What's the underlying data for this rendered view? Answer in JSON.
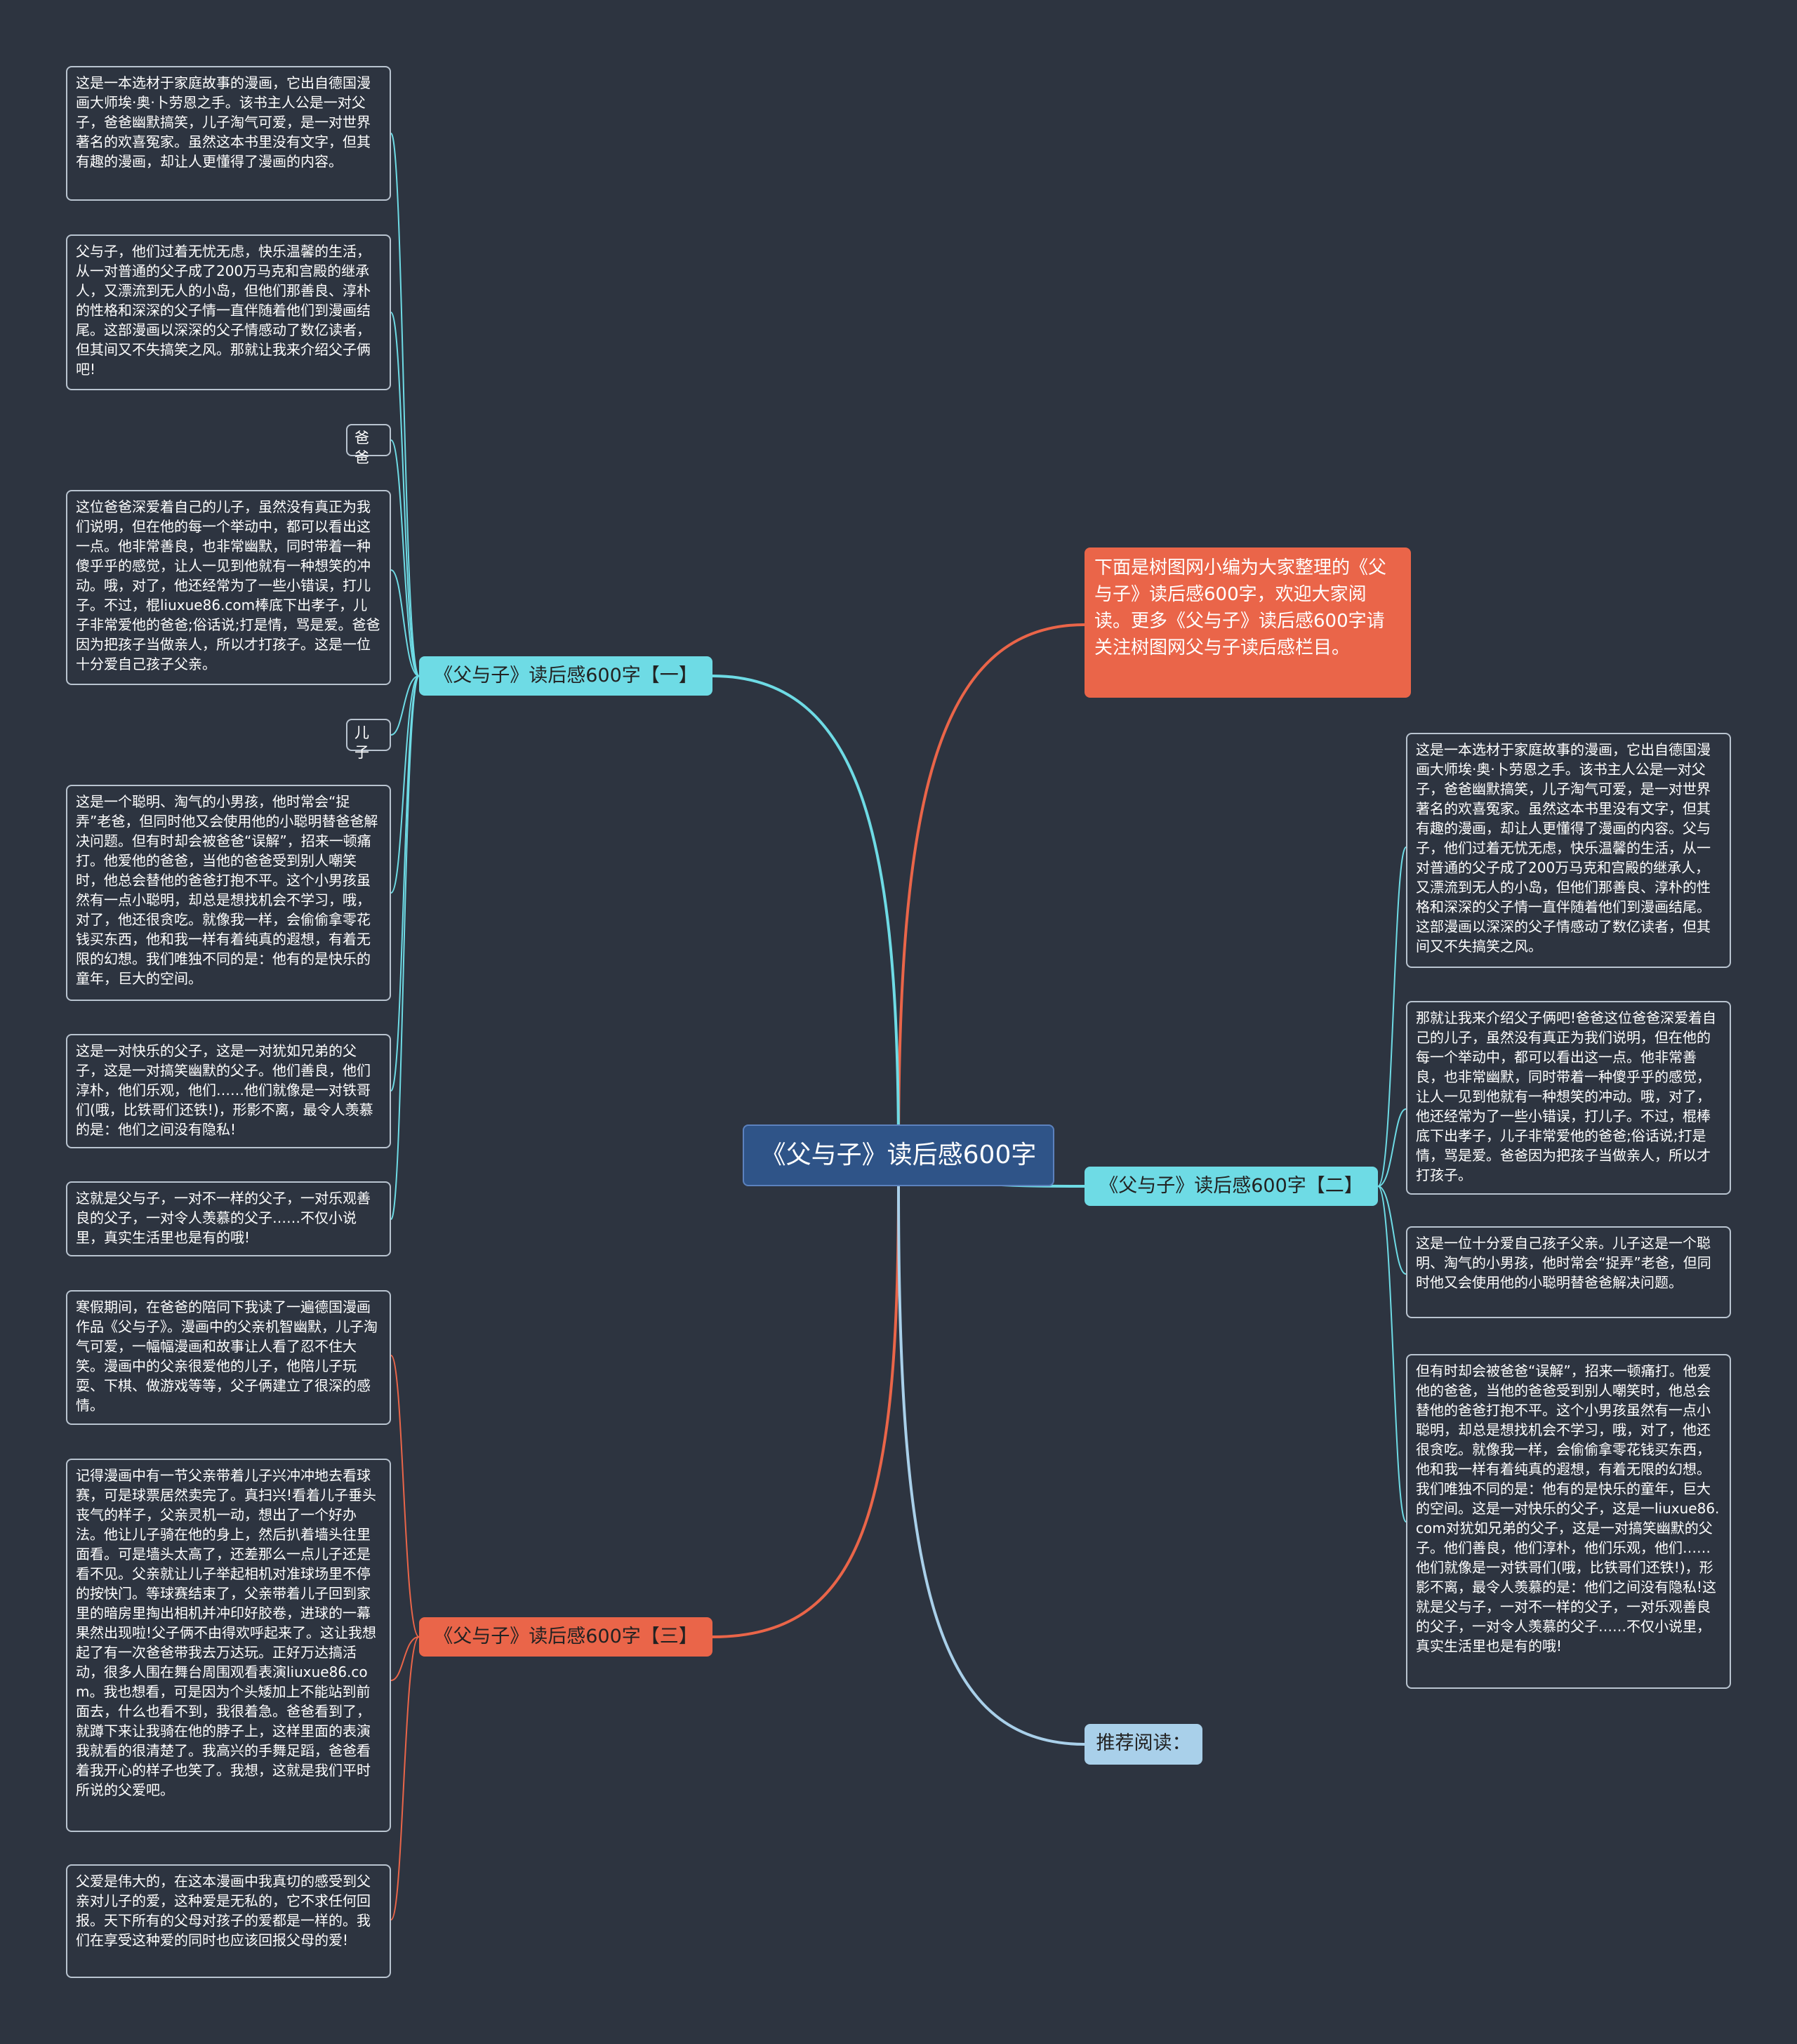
{
  "colors": {
    "background": "#2d3440",
    "root_fill": "#2f5488",
    "cyan_branch": "#6edbe5",
    "red_branch": "#ea6549",
    "blue_branch": "#a9d0ea",
    "leaf_border": "#b9c4d0"
  },
  "root": {
    "label": "《父与子》读后感600字"
  },
  "intro": {
    "text": "下面是树图网小编为大家整理的《父与子》读后感600字，欢迎大家阅读。更多《父与子》读后感600字请关注树图网父与子读后感栏目。"
  },
  "branch1": {
    "label": "《父与子》读后感600字【一】",
    "items": [
      "这是一本选材于家庭故事的漫画，它出自德国漫画大师埃·奥·卜劳恩之手。该书主人公是一对父子，爸爸幽默搞笑，儿子淘气可爱，是一对世界著名的欢喜冤家。虽然这本书里没有文字，但其有趣的漫画，却让人更懂得了漫画的内容。",
      "父与子，他们过着无忧无虑，快乐温馨的生活，从一对普通的父子成了200万马克和宫殿的继承人，又漂流到无人的小岛，但他们那善良、淳朴的性格和深深的父子情一直伴随着他们到漫画结尾。这部漫画以深深的父子情感动了数亿读者，但其间又不失搞笑之风。那就让我来介绍父子俩吧!",
      "爸爸",
      "这位爸爸深爱着自己的儿子，虽然没有真正为我们说明，但在他的每一个举动中，都可以看出这一点。他非常善良，也非常幽默，同时带着一种傻乎乎的感觉，让人一见到他就有一种想笑的冲动。哦，对了，他还经常为了一些小错误，打儿子。不过，棍liuxue86.com棒底下出孝子，儿子非常爱他的爸爸;俗话说;打是情，骂是爱。爸爸因为把孩子当做亲人，所以才打孩子。这是一位十分爱自己孩子父亲。",
      "儿子",
      "这是一个聪明、淘气的小男孩，他时常会“捉弄”老爸，但同时他又会使用他的小聪明替爸爸解决问题。但有时却会被爸爸“误解”，招来一顿痛打。他爱他的爸爸，当他的爸爸受到别人嘲笑时，他总会替他的爸爸打抱不平。这个小男孩虽然有一点小聪明，却总是想找机会不学习，哦，对了，他还很贪吃。就像我一样，会偷偷拿零花钱买东西，他和我一样有着纯真的遐想，有着无限的幻想。我们唯独不同的是：他有的是快乐的童年，巨大的空间。",
      "这是一对快乐的父子，这是一对犹如兄弟的父子，这是一对搞笑幽默的父子。他们善良，他们淳朴，他们乐观，他们……他们就像是一对铁哥们(哦，比铁哥们还铁!)，形影不离，最令人羡慕的是：他们之间没有隐私!",
      "这就是父与子，一对不一样的父子，一对乐观善良的父子，一对令人羡慕的父子……不仅小说里，真实生活里也是有的哦!"
    ]
  },
  "branch2": {
    "label": "《父与子》读后感600字【二】",
    "items": [
      "这是一本选材于家庭故事的漫画，它出自德国漫画大师埃·奥·卜劳恩之手。该书主人公是一对父子，爸爸幽默搞笑，儿子淘气可爱，是一对世界著名的欢喜冤家。虽然这本书里没有文字，但其有趣的漫画，却让人更懂得了漫画的内容。父与子，他们过着无忧无虑，快乐温馨的生活，从一对普通的父子成了200万马克和宫殿的继承人，又漂流到无人的小岛，但他们那善良、淳朴的性格和深深的父子情一直伴随着他们到漫画结尾。这部漫画以深深的父子情感动了数亿读者，但其间又不失搞笑之风。",
      "那就让我来介绍父子俩吧!爸爸这位爸爸深爱着自己的儿子，虽然没有真正为我们说明，但在他的每一个举动中，都可以看出这一点。他非常善良，也非常幽默，同时带着一种傻乎乎的感觉，让人一见到他就有一种想笑的冲动。哦，对了，他还经常为了一些小错误，打儿子。不过，棍棒底下出孝子，儿子非常爱他的爸爸;俗话说;打是情，骂是爱。爸爸因为把孩子当做亲人，所以才打孩子。",
      "这是一位十分爱自己孩子父亲。儿子这是一个聪明、淘气的小男孩，他时常会“捉弄”老爸，但同时他又会使用他的小聪明替爸爸解决问题。",
      "但有时却会被爸爸“误解”，招来一顿痛打。他爱他的爸爸，当他的爸爸受到别人嘲笑时，他总会替他的爸爸打抱不平。这个小男孩虽然有一点小聪明，却总是想找机会不学习，哦，对了，他还很贪吃。就像我一样，会偷偷拿零花钱买东西，他和我一样有着纯真的遐想，有着无限的幻想。我们唯独不同的是：他有的是快乐的童年，巨大的空间。这是一对快乐的父子，这是一liuxue86.com对犹如兄弟的父子，这是一对搞笑幽默的父子。他们善良，他们淳朴，他们乐观，他们……他们就像是一对铁哥们(哦，比铁哥们还铁!)，形影不离，最令人羡慕的是：他们之间没有隐私!这就是父与子，一对不一样的父子，一对乐观善良的父子，一对令人羡慕的父子……不仅小说里，真实生活里也是有的哦!"
    ]
  },
  "branch3": {
    "label": "《父与子》读后感600字【三】",
    "items": [
      "寒假期间，在爸爸的陪同下我读了一遍德国漫画作品《父与子》。漫画中的父亲机智幽默，儿子淘气可爱，一幅幅漫画和故事让人看了忍不住大笑。漫画中的父亲很爱他的儿子，他陪儿子玩耍、下棋、做游戏等等，父子俩建立了很深的感情。",
      "记得漫画中有一节父亲带着儿子兴冲冲地去看球赛，可是球票居然卖完了。真扫兴!看着儿子垂头丧气的样子，父亲灵机一动，想出了一个好办法。他让儿子骑在他的身上，然后扒着墙头往里面看。可是墙头太高了，还差那么一点儿子还是看不见。父亲就让儿子举起相机对准球场里不停的按快门。等球赛结束了，父亲带着儿子回到家里的暗房里掏出相机并冲印好胶卷，进球的一幕果然出现啦!父子俩不由得欢呼起来了。这让我想起了有一次爸爸带我去万达玩。正好万达搞活动，很多人围在舞台周围观看表演liuxue86.com。我也想看，可是因为个头矮加上不能站到前面去，什么也看不到，我很着急。爸爸看到了，就蹲下来让我骑在他的脖子上，这样里面的表演我就看的很清楚了。我高兴的手舞足蹈，爸爸看着我开心的样子也笑了。我想，这就是我们平时所说的父爱吧。",
      "父爱是伟大的，在这本漫画中我真切的感受到父亲对儿子的爱，这种爱是无私的，它不求任何回报。天下所有的父母对孩子的爱都是一样的。我们在享受这种爱的同时也应该回报父母的爱!"
    ]
  },
  "recommend": {
    "label": "推荐阅读："
  }
}
